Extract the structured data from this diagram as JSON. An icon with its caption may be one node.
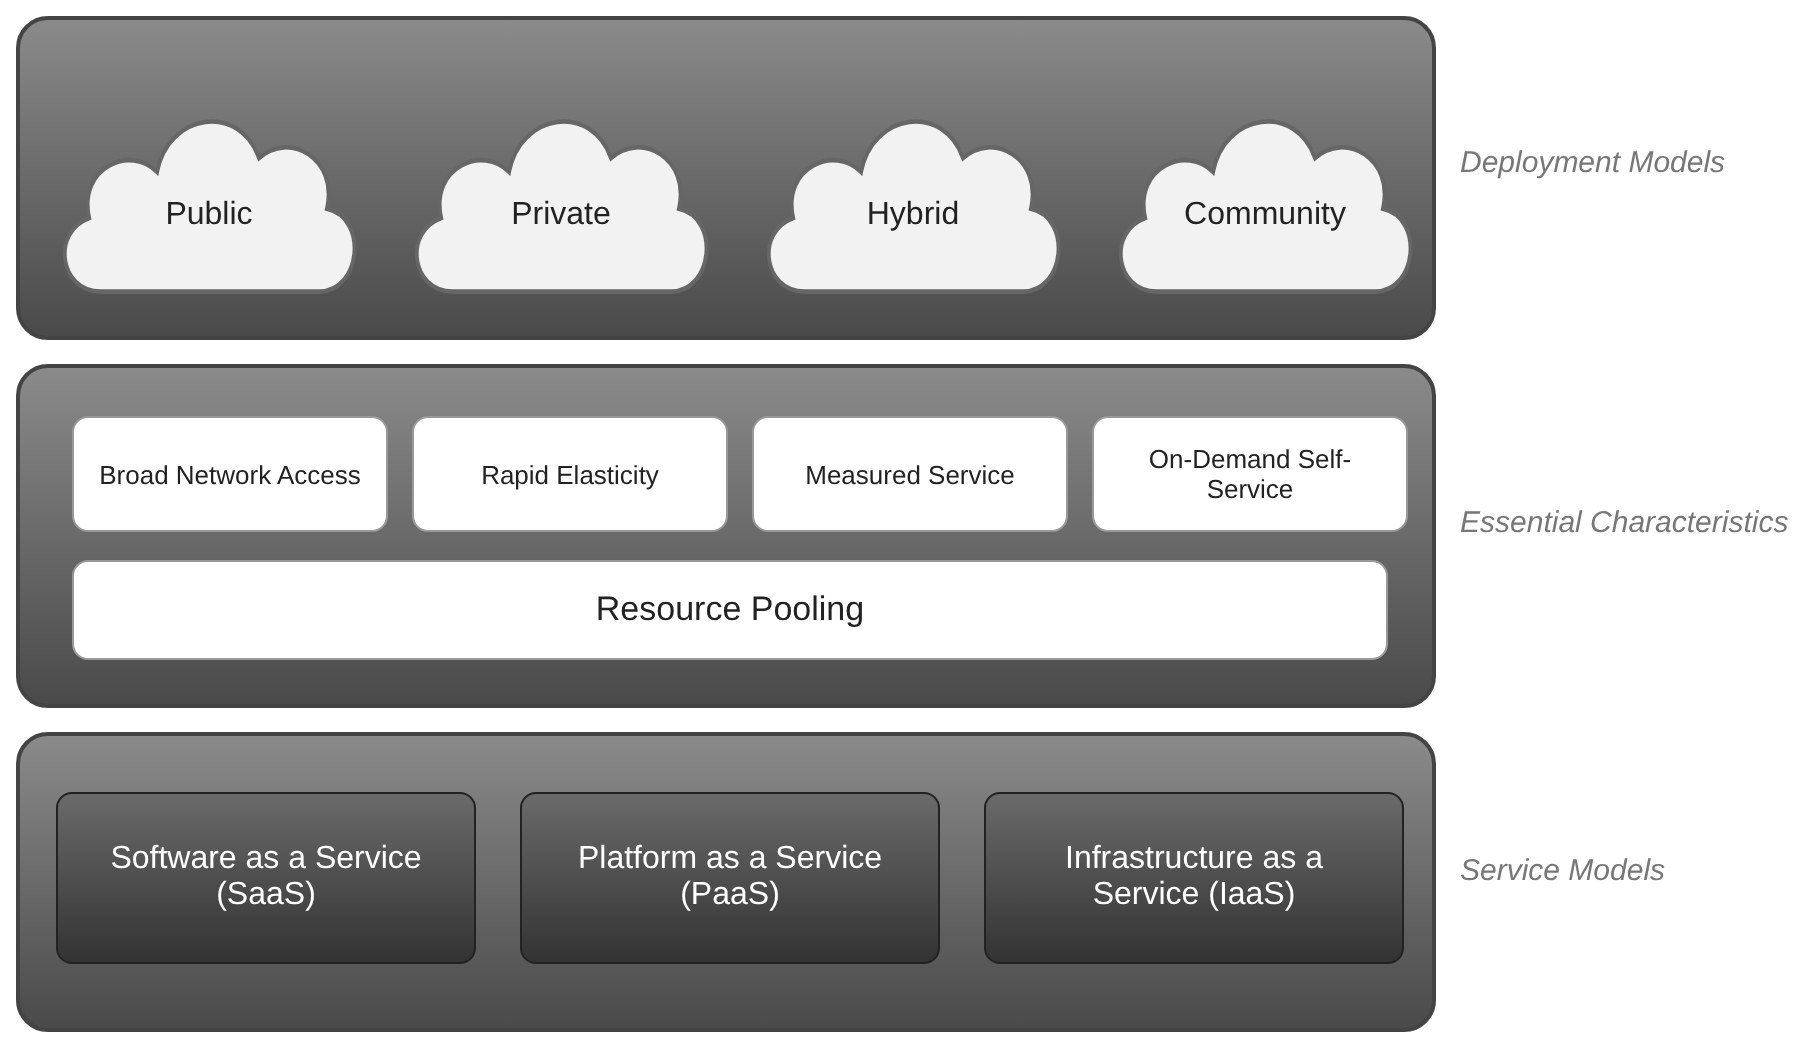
{
  "diagram": {
    "nodes": [
      {
        "text": [
          "Deployment Models"
        ]
      },
      {
        "text": [
          "Public"
        ],
        "in": 0
      },
      {
        "text": [
          "Private"
        ],
        "in": 0
      },
      {
        "text": [
          "Hybrid"
        ],
        "in": 0
      },
      {
        "text": [
          "Community"
        ],
        "in": 0
      },
      {
        "text": [
          "Essential Characteristics"
        ]
      },
      {
        "text": [
          "Broad Network Access"
        ],
        "in": 5
      },
      {
        "text": [
          "Rapid Elasticity"
        ],
        "in": 5
      },
      {
        "text": [
          "Measured Service"
        ],
        "in": 5
      },
      {
        "text": [
          "On-Demand Self-Service"
        ],
        "in": 5
      },
      {
        "text": [
          "Resource Pooling"
        ],
        "in": 5
      },
      {
        "text": [
          "Service Models"
        ]
      },
      {
        "text": [
          "Software as a Service (SaaS)"
        ],
        "in": 11
      },
      {
        "text": [
          "Platform as a Service (PaaS)"
        ],
        "in": 11
      },
      {
        "text": [
          "Infrastructure as a Service (IaaS)"
        ],
        "in": 11
      }
    ],
    "edges": []
  }
}
